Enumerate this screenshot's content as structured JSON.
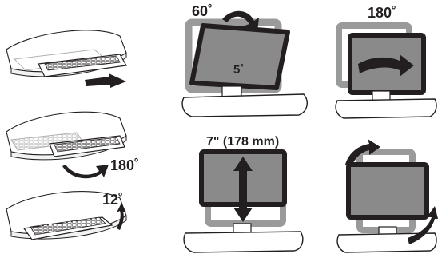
{
  "panels": {
    "keyboard_slide": {},
    "keyboard_rotate": {
      "angle_label": "180˚"
    },
    "keyboard_tilt": {
      "angle_label": "12˚"
    },
    "display_tilt": {
      "back_angle_label": "60˚",
      "front_angle_label": "5˚"
    },
    "display_swivel": {
      "angle_label": "180˚"
    },
    "display_height": {
      "range_label": "7\" (178 mm)"
    },
    "display_pivot": {}
  },
  "colors": {
    "ink": "#231f20",
    "screen_gray": "#8a8a8a",
    "ghost_gray": "#9a9a9a",
    "light_gray": "#d9d9d9",
    "white": "#ffffff"
  }
}
